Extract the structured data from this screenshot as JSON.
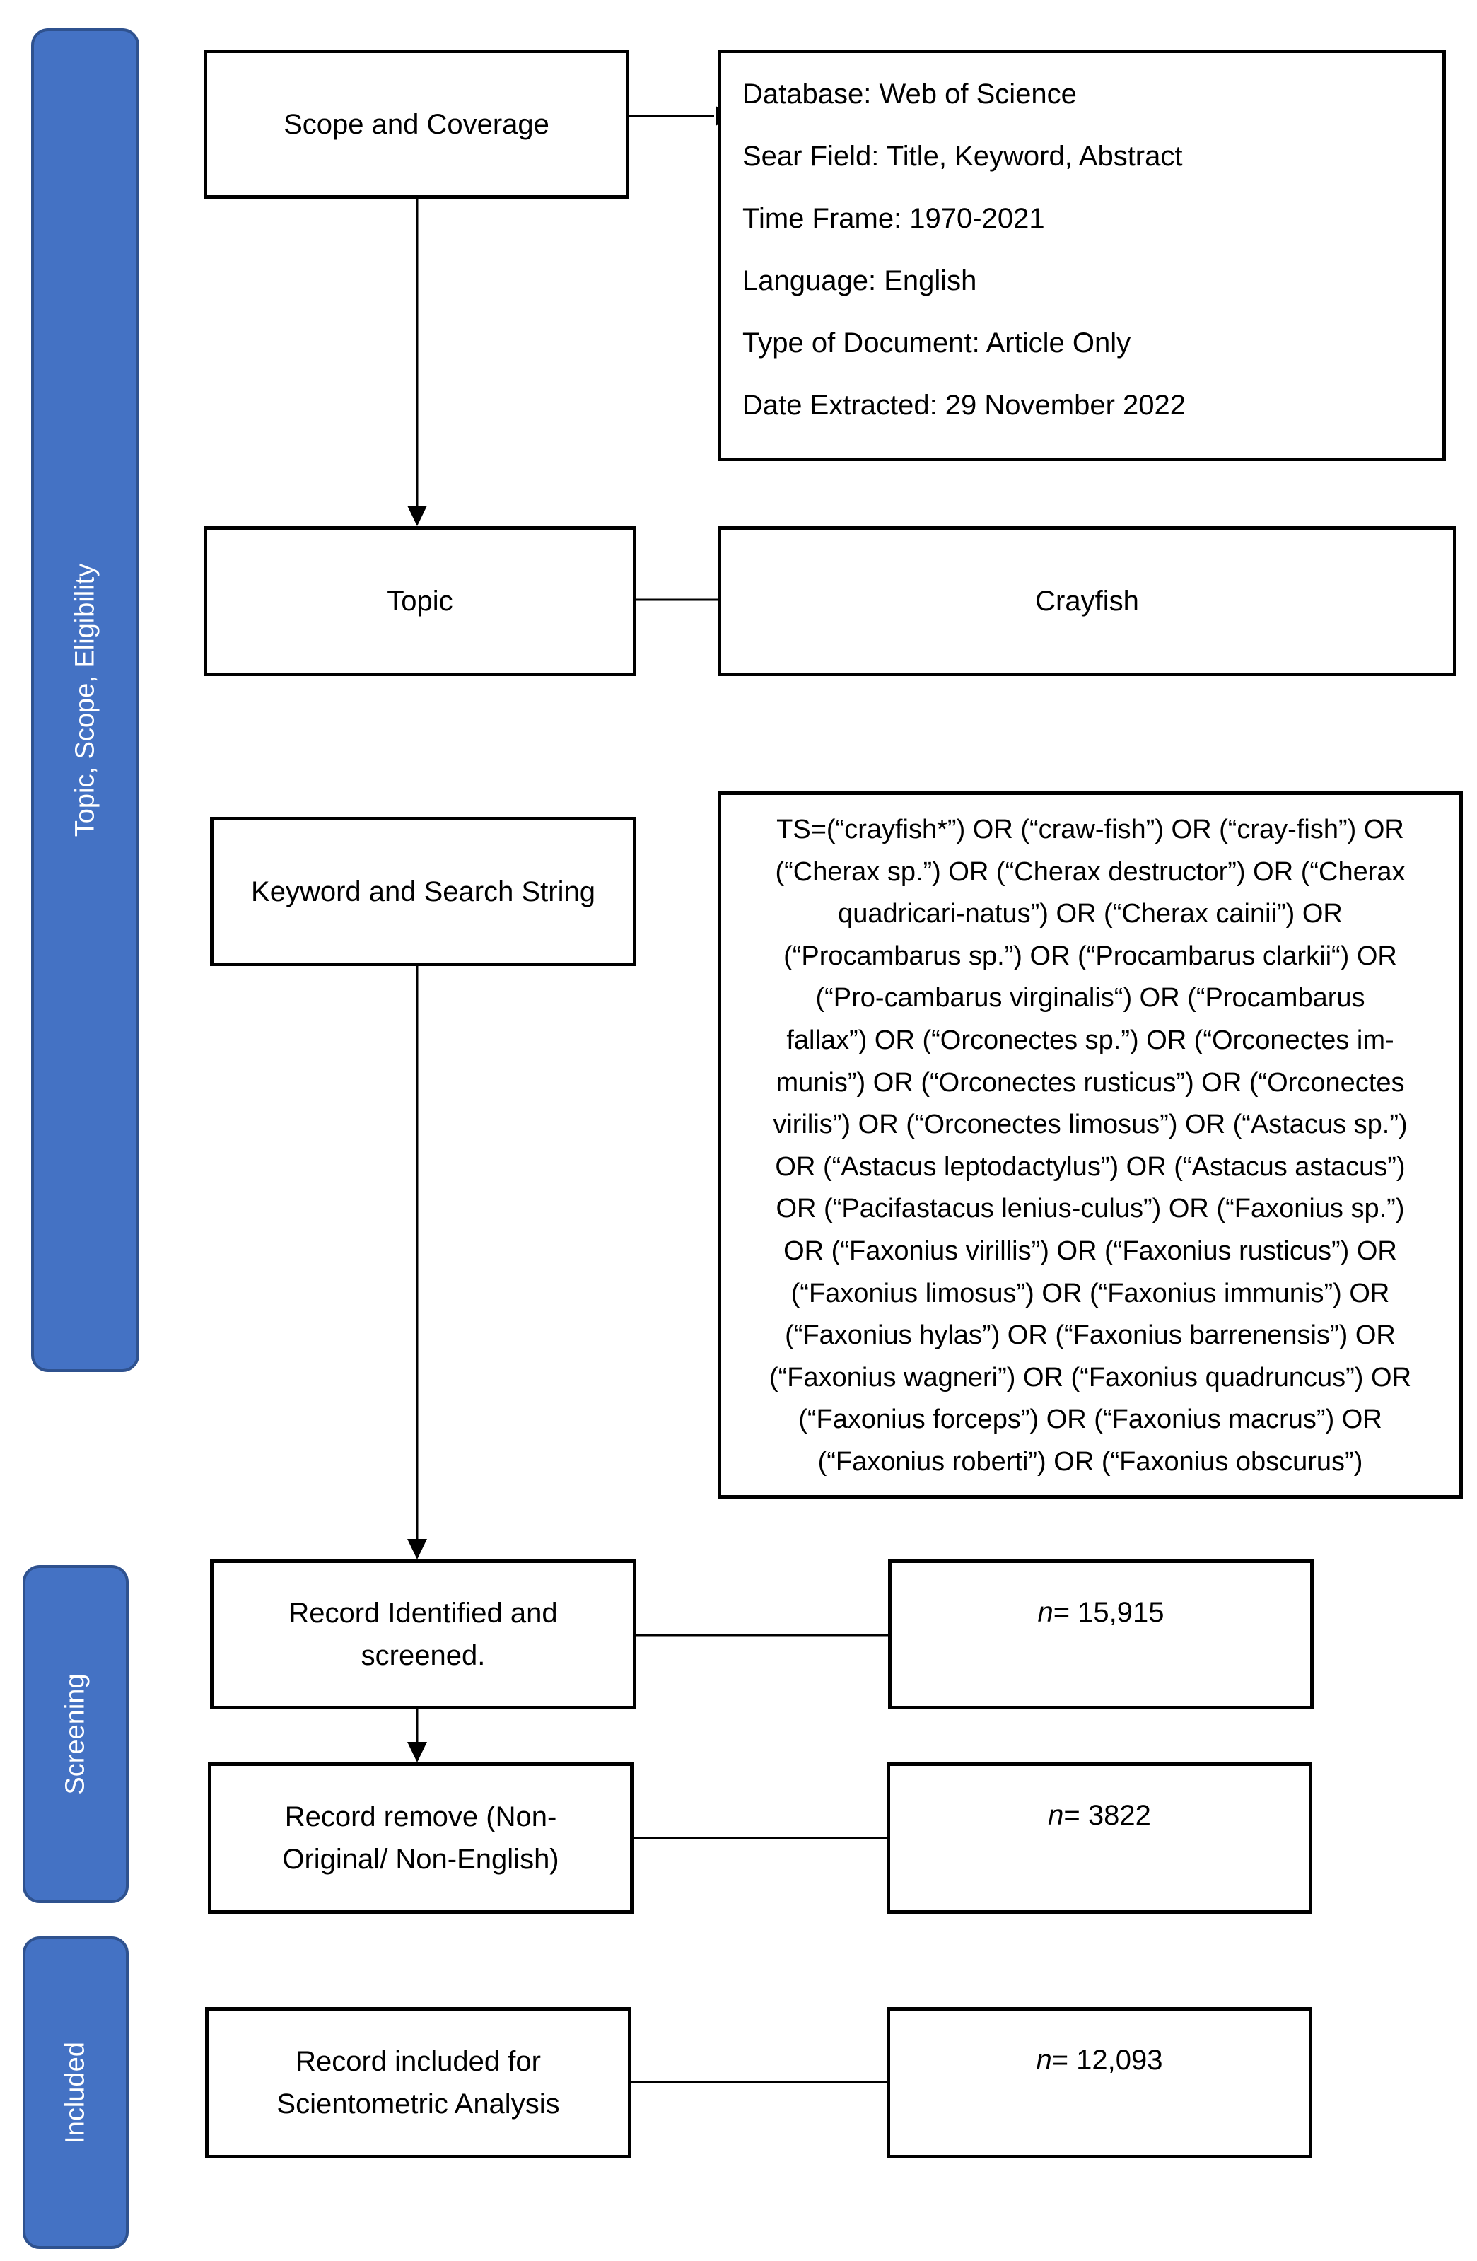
{
  "stages": {
    "topic_scope": "Topic, Scope, Eligibility",
    "screening": "Screening",
    "included": "Included"
  },
  "boxes": {
    "scope_coverage": "Scope and Coverage",
    "topic": "Topic",
    "keyword_search": "Keyword and Search String",
    "identified_line1": "Record Identified and",
    "identified_line2": "screened.",
    "removed_line1": "Record remove (Non-",
    "removed_line2": "Original/ Non-English)",
    "included_line1": "Record included for",
    "included_line2": "Scientometric Analysis"
  },
  "scope_details": [
    "Database: Web of Science",
    "Sear Field: Title, Keyword, Abstract",
    "Time Frame: 1970-2021",
    "Language: English",
    "Type of Document: Article Only",
    "Date Extracted: 29 November 2022"
  ],
  "topic_value": "Crayfish",
  "search_string": [
    "TS=(“crayfish*”) OR (“craw-fish”) OR (“cray-fish”) OR",
    "(“Cherax sp.”) OR (“Cherax destructor”) OR (“Cherax",
    "quadricari-natus”) OR (“Cherax cainii”) OR",
    "(“Procambarus sp.”) OR (“Procambarus clarkii“) OR",
    "(“Pro-cambarus virginalis“) OR (“Procambarus",
    "fallax”) OR (“Orconectes sp.”) OR (“Orconectes im-",
    "munis”) OR (“Orconectes rusticus”) OR (“Orconectes",
    "virilis”) OR (“Orconectes limosus”) OR (“Astacus sp.”)",
    "OR (“Astacus leptodactylus”) OR (“Astacus astacus”)",
    "OR (“Pacifastacus lenius-culus”) OR (“Faxonius sp.”)",
    "OR (“Faxonius virillis”) OR (“Faxonius rusticus”) OR",
    "(“Faxonius limosus”) OR (“Faxonius immunis”) OR",
    "(“Faxonius hylas”) OR (“Faxonius barrenensis”) OR",
    "(“Faxonius wagneri”) OR (“Faxonius quadruncus”) OR",
    "(“Faxonius forceps”) OR (“Faxonius macrus”) OR",
    "(“Faxonius roberti”) OR (“Faxonius obscurus”)"
  ],
  "counts": {
    "n_label": "n",
    "identified": "= 15,915",
    "removed": "= 3822",
    "included": "= 12,093"
  }
}
